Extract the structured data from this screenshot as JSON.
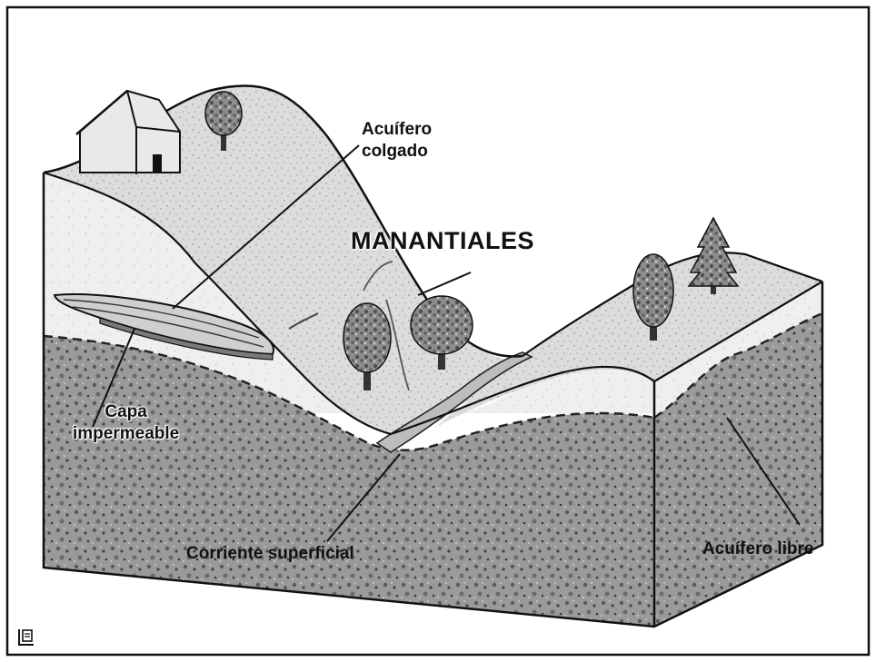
{
  "diagram": {
    "labels": {
      "acuifero_colgado": [
        "Acuífero",
        "colgado"
      ],
      "manantiales": "MANANTIALES",
      "capa_impermeable": [
        "Capa",
        "impermeable"
      ],
      "corriente_superficial": "Corriente superficial",
      "acuifero_libre": "Acuífero libre"
    },
    "icons": [
      "house-icon",
      "tree-icon",
      "conifer-icon",
      "document-icon"
    ],
    "colors": {
      "frame": "#111111",
      "saturated_zone": "#8f8f8f",
      "unsaturated_zone": "#e6e6e6",
      "surface": "#d4d4d4",
      "water": "#bdbdbd"
    }
  }
}
